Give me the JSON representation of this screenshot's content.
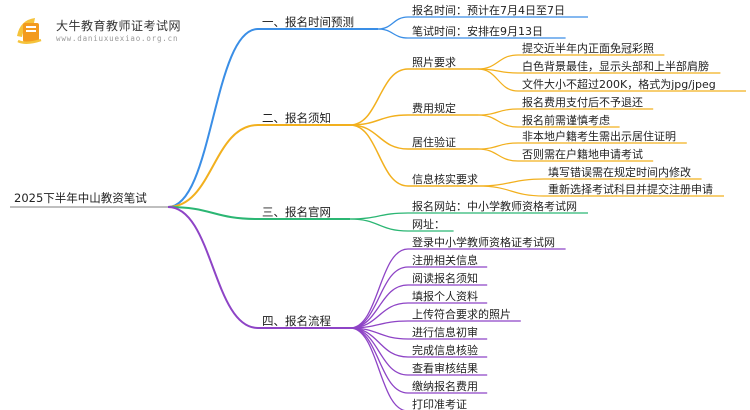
{
  "logo": {
    "title": "大牛教育教师证考试网",
    "url": "www.daniuxuexiao.org.cn",
    "icon": "book-icon"
  },
  "root": "2025下半年中山教资笔试",
  "branches": [
    {
      "label": "一、报名时间预测",
      "color": "#3a8ee6",
      "children": [
        {
          "label": "报名时间：预计在7月4日至7日"
        },
        {
          "label": "笔试时间：安排在9月13日"
        }
      ]
    },
    {
      "label": "二、报名须知",
      "color": "#f2b01e",
      "children": [
        {
          "label": "照片要求",
          "children": [
            "提交近半年内正面免冠彩照",
            "白色背景最佳，显示头部和上半部肩膀",
            "文件大小不超过200K，格式为jpg/jpeg"
          ]
        },
        {
          "label": "费用规定",
          "children": [
            "报名费用支付后不予退还",
            "报名前需谨慎考虑"
          ]
        },
        {
          "label": "居住验证",
          "children": [
            "非本地户籍考生需出示居住证明",
            "否则需在户籍地申请考试"
          ]
        },
        {
          "label": "信息核实要求",
          "children": [
            "填写错误需在规定时间内修改",
            "重新选择考试科目并提交注册申请"
          ]
        }
      ]
    },
    {
      "label": "三、报名官网",
      "color": "#2bb673",
      "children": [
        {
          "label": "报名网站：中小学教师资格考试网"
        },
        {
          "label": "网址："
        }
      ]
    },
    {
      "label": "四、报名流程",
      "color": "#8e44c6",
      "children": [
        {
          "label": "登录中小学教师资格证考试网"
        },
        {
          "label": "注册相关信息"
        },
        {
          "label": "阅读报名须知"
        },
        {
          "label": "填报个人资料"
        },
        {
          "label": "上传符合要求的照片"
        },
        {
          "label": "进行信息初审"
        },
        {
          "label": "完成信息核验"
        },
        {
          "label": "查看审核结果"
        },
        {
          "label": "缴纳报名费用"
        },
        {
          "label": "打印准考证"
        }
      ]
    }
  ]
}
